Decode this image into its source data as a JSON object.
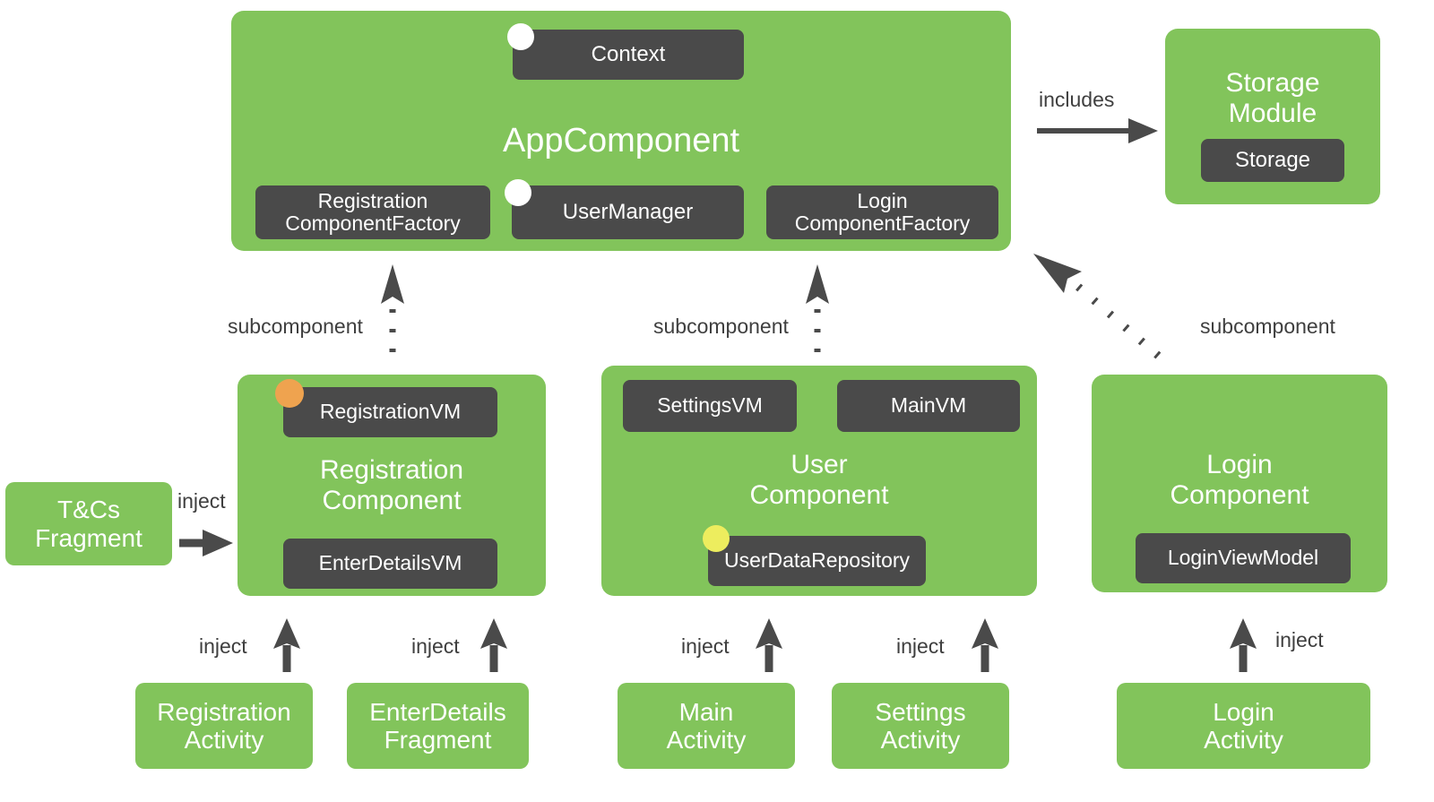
{
  "diagram": {
    "title": "Dagger dependency-injection component graph",
    "colors": {
      "component_green": "#82c45b",
      "binding_dark": "#4a4a4a",
      "arrow_gray": "#4a4a4a",
      "scope_singleton": "#ffffff",
      "scope_registration": "#efa34f",
      "scope_user": "#eded5e",
      "background": "#ffffff",
      "label_text": "#3f3f3f"
    },
    "app_component": {
      "title": "AppComponent",
      "bindings": [
        {
          "label": "Context",
          "scope_dot": "#ffffff"
        },
        {
          "label": "Registration\nComponentFactory",
          "scope_dot": null
        },
        {
          "label": "UserManager",
          "scope_dot": "#ffffff"
        },
        {
          "label": "Login\nComponentFactory",
          "scope_dot": null
        }
      ]
    },
    "storage_module": {
      "title": "Storage\nModule",
      "bindings": [
        {
          "label": "Storage"
        }
      ]
    },
    "subcomponents": [
      {
        "title": "Registration\nComponent",
        "bindings": [
          {
            "label": "RegistrationVM",
            "scope_dot": "#efa34f"
          },
          {
            "label": "EnterDetailsVM",
            "scope_dot": null
          }
        ]
      },
      {
        "title": "User\nComponent",
        "bindings": [
          {
            "label": "SettingsVM",
            "scope_dot": null
          },
          {
            "label": "MainVM",
            "scope_dot": null
          },
          {
            "label": "UserDataRepository",
            "scope_dot": "#eded5e"
          }
        ]
      },
      {
        "title": "Login\nComponent",
        "bindings": [
          {
            "label": "LoginViewModel",
            "scope_dot": null
          }
        ]
      }
    ],
    "clients": [
      {
        "label": "T&Cs\nFragment"
      },
      {
        "label": "Registration\nActivity"
      },
      {
        "label": "EnterDetails\nFragment"
      },
      {
        "label": "Main\nActivity"
      },
      {
        "label": "Settings\nActivity"
      },
      {
        "label": "Login\nActivity"
      }
    ],
    "edge_labels": {
      "includes": "includes",
      "subcomponent": "subcomponent",
      "inject": "inject"
    },
    "edges": [
      {
        "from": "AppComponent",
        "to": "Storage Module",
        "label": "includes",
        "style": "solid"
      },
      {
        "from": "Registration Component",
        "to": "AppComponent",
        "label": "subcomponent",
        "style": "dotted"
      },
      {
        "from": "User Component",
        "to": "AppComponent",
        "label": "subcomponent",
        "style": "dotted"
      },
      {
        "from": "Login Component",
        "to": "AppComponent",
        "label": "subcomponent",
        "style": "dotted"
      },
      {
        "from": "T&Cs Fragment",
        "to": "Registration Component",
        "label": "inject",
        "style": "solid"
      },
      {
        "from": "Registration Activity",
        "to": "Registration Component",
        "label": "inject",
        "style": "solid"
      },
      {
        "from": "EnterDetails Fragment",
        "to": "Registration Component",
        "label": "inject",
        "style": "solid"
      },
      {
        "from": "Main Activity",
        "to": "User Component",
        "label": "inject",
        "style": "solid"
      },
      {
        "from": "Settings Activity",
        "to": "User Component",
        "label": "inject",
        "style": "solid"
      },
      {
        "from": "Login Activity",
        "to": "Login Component",
        "label": "inject",
        "style": "solid"
      }
    ]
  }
}
